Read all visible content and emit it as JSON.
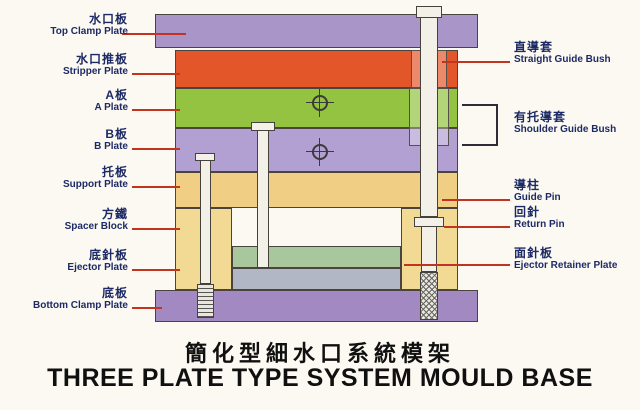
{
  "page": {
    "title_zh": "簡化型細水口系統模架",
    "title_en": "THREE PLATE TYPE SYSTEM MOULD BASE"
  },
  "left_labels": [
    {
      "zh": "水口板",
      "en": "Top Clamp Plate"
    },
    {
      "zh": "水口推板",
      "en": "Stripper Plate"
    },
    {
      "zh": "A板",
      "en": "A Plate"
    },
    {
      "zh": "B板",
      "en": "B Plate"
    },
    {
      "zh": "托板",
      "en": "Support Plate"
    },
    {
      "zh": "方鐵",
      "en": "Spacer Block"
    },
    {
      "zh": "底針板",
      "en": "Ejector Plate"
    },
    {
      "zh": "底板",
      "en": "Bottom Clamp Plate"
    }
  ],
  "right_labels": [
    {
      "zh": "直導套",
      "en": "Straight Guide Bush"
    },
    {
      "zh": "有托導套",
      "en": "Shoulder Guide Bush"
    },
    {
      "zh": "導柱",
      "en": "Guide Pin"
    },
    {
      "zh": "回針",
      "en": "Return Pin"
    },
    {
      "zh": "面針板",
      "en": "Ejector Retainer Plate"
    }
  ],
  "colors": {
    "top_clamp_plate": "#aa95c8",
    "stripper_plate": "#e2562a",
    "a_plate": "#93c340",
    "b_plate": "#b2a0d2",
    "support_plate": "#f0cf85",
    "spacer_block": "#f2d994",
    "ejector_retainer_plate": "#a8c79d",
    "ejector_plate": "#b2b7c6",
    "bottom_clamp_plate": "#a289c2",
    "leader_line": "#c13420",
    "label_text": "#1d2a66",
    "pin_fill": "#f2f0e7"
  }
}
